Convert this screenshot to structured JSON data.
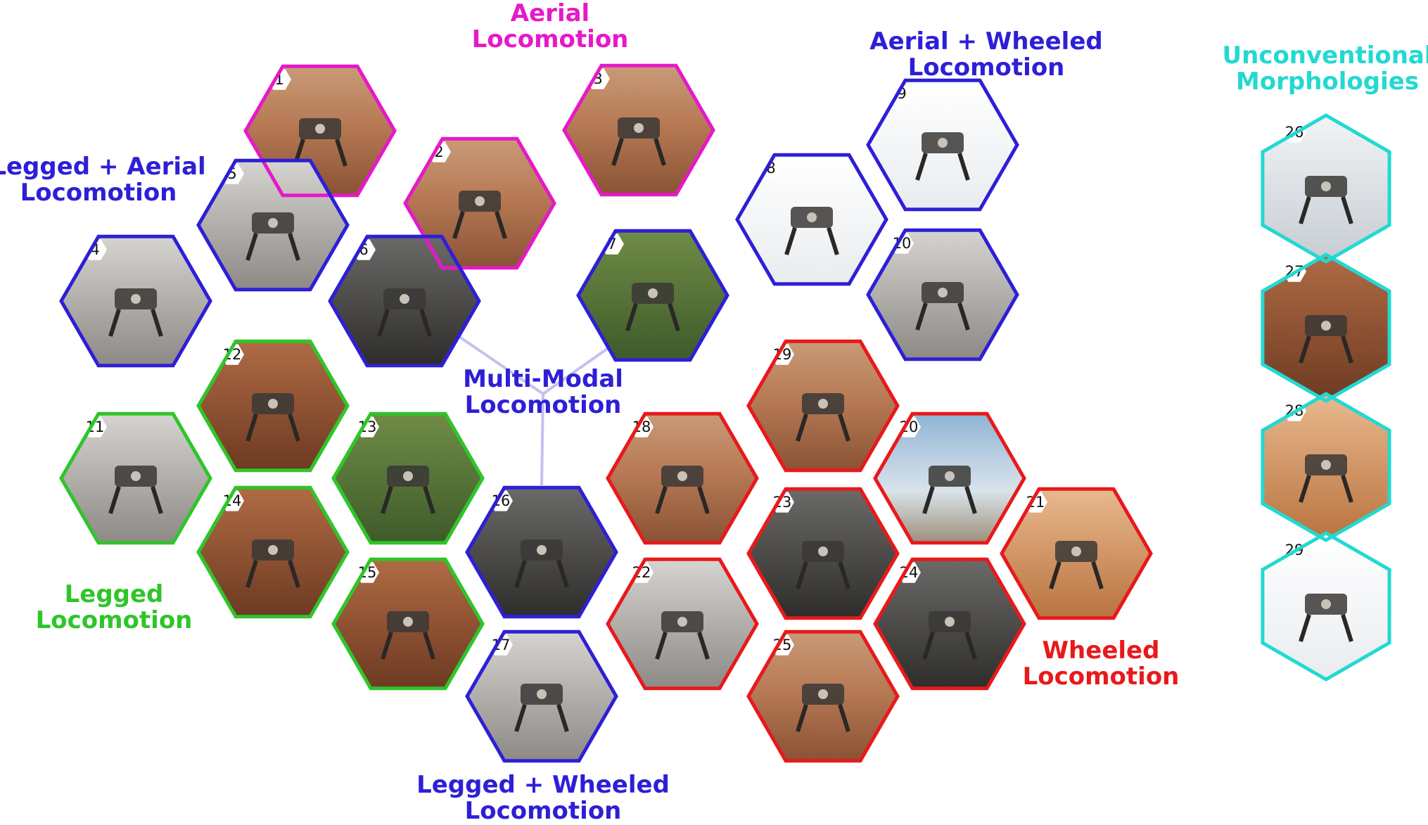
{
  "colors": {
    "aerial": "#e619c8",
    "multimodal": "#2e1fd6",
    "legged": "#2fc52a",
    "wheeled": "#e8191b",
    "unconventional": "#22d9d2",
    "connector": "#c4c0f0"
  },
  "categories": {
    "aerial": [
      "Aerial",
      "Locomotion"
    ],
    "aerial_wheeled": [
      "Aerial + Wheeled",
      "Locomotion"
    ],
    "legged_aerial": [
      "Legged + Aerial",
      "Locomotion"
    ],
    "multimodal": [
      "Multi-Modal",
      "Locomotion"
    ],
    "legged": [
      "Legged",
      "Locomotion"
    ],
    "legged_wheeled": [
      "Legged + Wheeled",
      "Locomotion"
    ],
    "wheeled": [
      "Wheeled",
      "Locomotion"
    ],
    "unconventional": [
      "Unconventional",
      "Morphologies"
    ]
  },
  "robots": [
    {
      "n": "1",
      "group": "aerial",
      "photo": "quadrotor-drone"
    },
    {
      "n": "2",
      "group": "aerial",
      "photo": "mars-helicopter"
    },
    {
      "n": "3",
      "group": "aerial",
      "photo": "hexacopter"
    },
    {
      "n": "4",
      "group": "legged_aerial",
      "photo": "hexapod-flyer"
    },
    {
      "n": "5",
      "group": "legged_aerial",
      "photo": "bipedal-flyer"
    },
    {
      "n": "6",
      "group": "legged_aerial",
      "photo": "yellow-quadruped"
    },
    {
      "n": "7",
      "group": "aerial_wheeled",
      "photo": "wheeled-drone"
    },
    {
      "n": "8",
      "group": "aerial_wheeled",
      "photo": "quadrotor-top"
    },
    {
      "n": "9",
      "group": "aerial_wheeled",
      "photo": "caged-drone"
    },
    {
      "n": "10",
      "group": "aerial_wheeled",
      "photo": "heli-rover"
    },
    {
      "n": "11",
      "group": "legged",
      "photo": "tripod-walker"
    },
    {
      "n": "12",
      "group": "legged",
      "photo": "field-quadruped"
    },
    {
      "n": "13",
      "group": "legged",
      "photo": "anymal-grass"
    },
    {
      "n": "14",
      "group": "legged",
      "photo": "eth-quadruped"
    },
    {
      "n": "15",
      "group": "legged",
      "photo": "climbing-robot"
    },
    {
      "n": "16",
      "group": "legged_wheeled",
      "photo": "wheel-leg-robot"
    },
    {
      "n": "17",
      "group": "legged_wheeled",
      "photo": "anymal-wheels"
    },
    {
      "n": "18",
      "group": "wheeled",
      "photo": "curiosity-rover"
    },
    {
      "n": "19",
      "group": "wheeled",
      "photo": "exomars-rover"
    },
    {
      "n": "20",
      "group": "wheeled",
      "photo": "viper-rover"
    },
    {
      "n": "21",
      "group": "wheeled",
      "photo": "desert-rover"
    },
    {
      "n": "22",
      "group": "wheeled",
      "photo": "tethered-rover"
    },
    {
      "n": "23",
      "group": "wheeled",
      "photo": "lab-rover"
    },
    {
      "n": "24",
      "group": "wheeled",
      "photo": "lunar-rover"
    },
    {
      "n": "25",
      "group": "wheeled",
      "photo": "perseverance"
    },
    {
      "n": "26",
      "group": "unconventional",
      "photo": "snake-robot"
    },
    {
      "n": "27",
      "group": "unconventional",
      "photo": "spring-robot"
    },
    {
      "n": "28",
      "group": "unconventional",
      "photo": "gold-tile-robot"
    },
    {
      "n": "29",
      "group": "unconventional",
      "photo": "tensegrity-cube"
    }
  ]
}
